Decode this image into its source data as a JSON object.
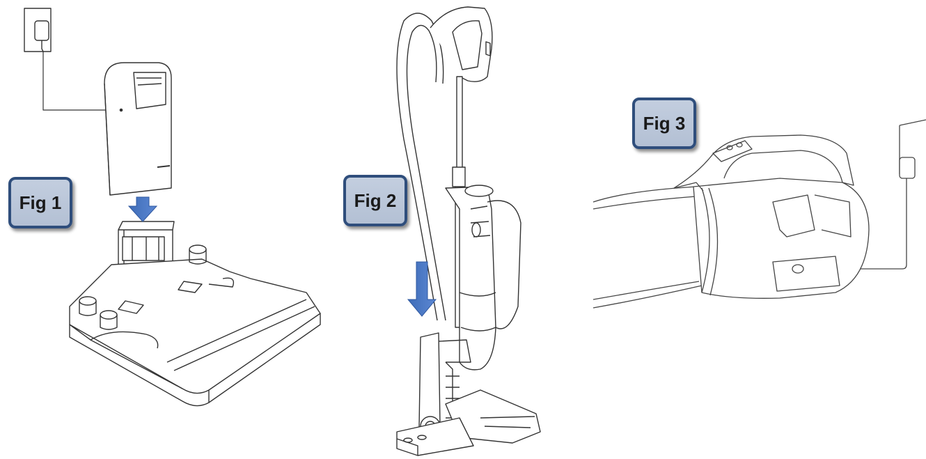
{
  "figures": [
    {
      "label": "Fig 1"
    },
    {
      "label": "Fig 2"
    },
    {
      "label": "Fig 3"
    }
  ],
  "colors": {
    "label_bg": "#b8c4d8",
    "label_border": "#2f4e7c",
    "arrow": "#4472c4",
    "line_art": "#333333"
  },
  "icons": {
    "fig1_arrow": "arrow-down-icon",
    "fig2_arrow": "arrow-down-icon",
    "wall_outlet": "wall-outlet-icon"
  }
}
